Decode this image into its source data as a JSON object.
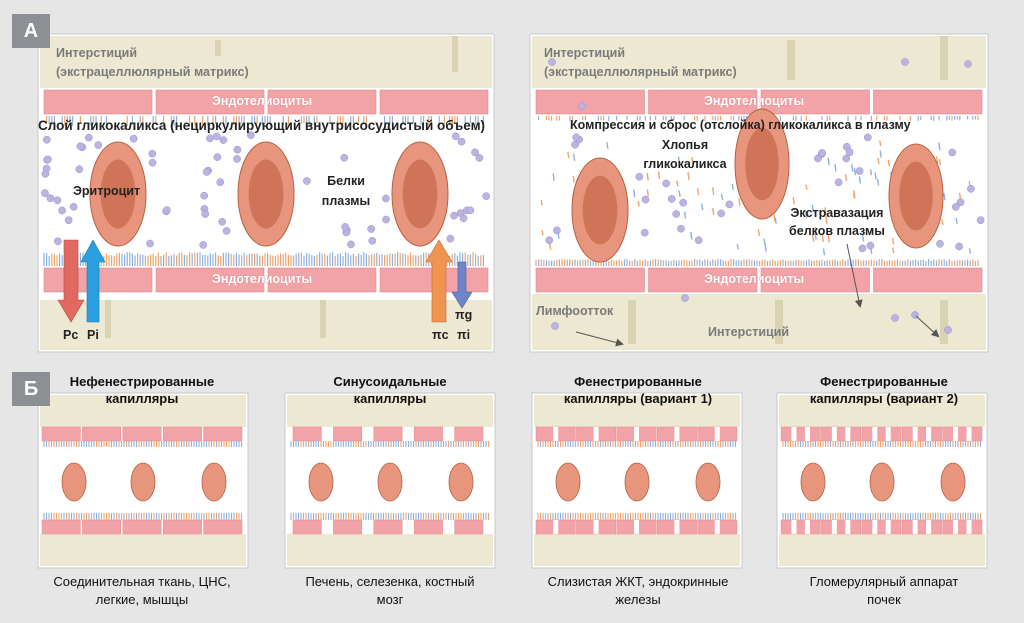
{
  "panel_a": {
    "letter": "А",
    "left": {
      "interstitium_line1": "Интерстиций",
      "interstitium_line2": "(экстрацеллюлярный матрикс)",
      "endothelium_top": "Эндотелиоциты",
      "endothelium_bottom": "Эндотелиоциты",
      "glycocalyx_layer": "Слой гликокаликса (нециркулирующий внутрисосудистый объем)",
      "erythrocyte": "Эритроцит",
      "plasma_proteins_line1": "Белки",
      "plasma_proteins_line2": "плазмы",
      "pc": "Pc",
      "pi": "Pi",
      "pi_c": "πc",
      "pi_g": "πg",
      "pi_i": "πi"
    },
    "right": {
      "interstitium_line1": "Интерстиций",
      "interstitium_line2": "(экстрацеллюлярный матрикс)",
      "endothelium_top": "Эндотелиоциты",
      "endothelium_bottom": "Эндотелиоциты",
      "compression": "Компрессия и сброс (отслойка) гликокаликса в плазму",
      "flakes_line1": "Хлопья",
      "flakes_line2": "гликокаликса",
      "extravasation_line1": "Экстравазация",
      "extravasation_line2": "белков плазмы",
      "lymph": "Лимфоотток",
      "interstitium_bottom": "Интерстиций"
    }
  },
  "panel_b": {
    "letter": "Б",
    "capillaries": [
      {
        "title_line1": "Нефенестрированные",
        "title_line2": "капилляры",
        "desc_line1": "Соединительная ткань, ЦНС,",
        "desc_line2": "легкие, мышцы"
      },
      {
        "title_line1": "Синусоидальные",
        "title_line2": "капилляры",
        "desc_line1": "Печень, селезенка, костный",
        "desc_line2": "мозг"
      },
      {
        "title_line1": "Фенестрированные",
        "title_line2": "капилляры (вариант 1)",
        "desc_line1": "Слизистая ЖКТ, эндокринные",
        "desc_line2": "железы"
      },
      {
        "title_line1": "Фенестрированные",
        "title_line2": "капилляры (вариант 2)",
        "desc_line1": "Гломерулярный аппарат",
        "desc_line2": "почек"
      }
    ]
  },
  "colors": {
    "background": "#e6e6e6",
    "interstitium": "#ece8d2",
    "endothelium": "#f2a3a8",
    "erythrocyte_outer": "#e7957c",
    "erythrocyte_inner": "#cf7458",
    "protein_dot": "#bcb4e0",
    "glycocalyx_orange": "#f0a46a",
    "glycocalyx_blue": "#8fb0dd",
    "arrow_pc": "#e06a5f",
    "arrow_pi": "#2aa0e0",
    "arrow_pic": "#f0954f",
    "arrow_pii": "#6f85c8"
  }
}
